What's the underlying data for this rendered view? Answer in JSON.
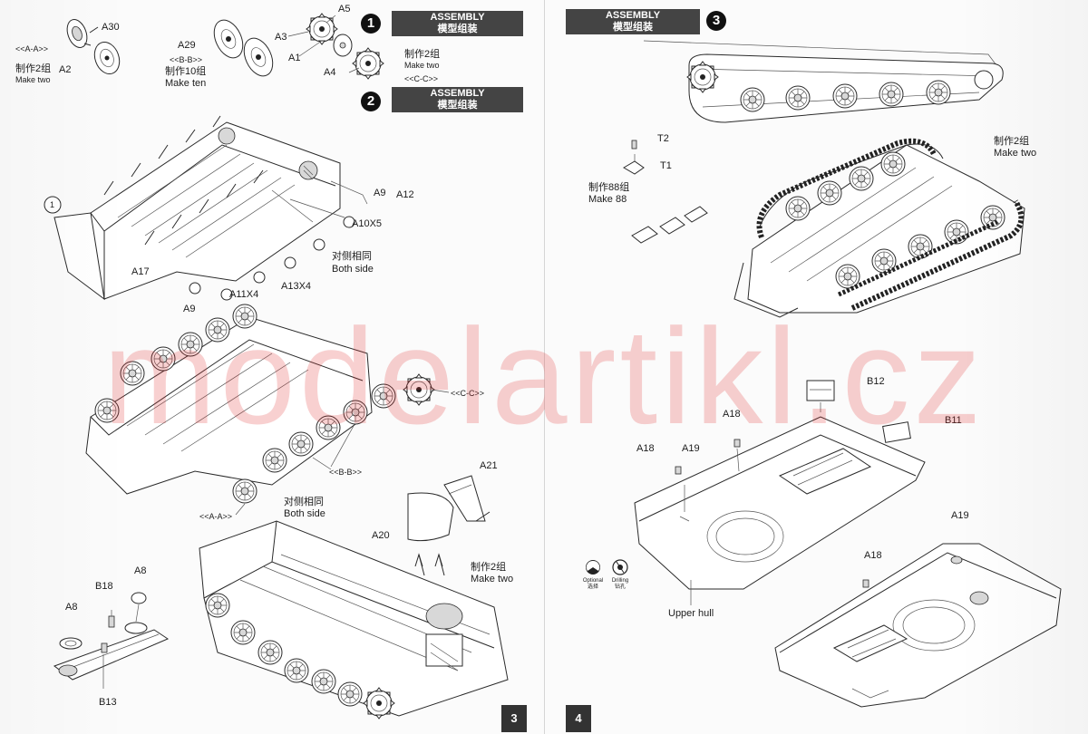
{
  "colors": {
    "header_bar": "#444444",
    "watermark": "#e12828",
    "page_number_box": "#333333"
  },
  "step1": {
    "number": "1",
    "header": {
      "en": "ASSEMBLY",
      "zh": "模型组装"
    },
    "groups": [
      {
        "id": "aa",
        "view_label": "<<A-A>>",
        "parts": [
          "A30",
          "A2"
        ],
        "make_zh": "制作2组",
        "make_en": "Make two"
      },
      {
        "id": "bb",
        "view_label": "<<B-B>>",
        "parts": [
          "A29"
        ],
        "make_zh": "制作10组",
        "make_en": "Make ten"
      },
      {
        "id": "cc",
        "view_label": "<<C-C>>",
        "parts": [
          "A5",
          "A3",
          "A1",
          "A4"
        ],
        "make_zh": "制作2组",
        "make_en": "Make two"
      }
    ]
  },
  "step2": {
    "number": "2",
    "header": {
      "en": "ASSEMBLY",
      "zh": "模型组装"
    },
    "ref_circle": "1",
    "labels": {
      "a9_top": "A9",
      "a12": "A12",
      "a10": "A10X5",
      "both_side_zh": "对侧相同",
      "both_side_en": "Both side",
      "a17": "A17",
      "a11": "A11X4",
      "a13": "A13X4",
      "a9_bottom": "A9",
      "cc": "<<C-C>>",
      "bb": "<<B-B>>",
      "aa": "<<A-A>>",
      "both_side2_zh": "对侧相同",
      "both_side2_en": "Both side",
      "a21": "A21",
      "a20": "A20",
      "make_two_zh": "制作2组",
      "make_two_en": "Make two",
      "a8_left": "A8",
      "a8_right": "A8",
      "b18": "B18",
      "b13": "B13"
    }
  },
  "step3": {
    "number": "3",
    "header": {
      "en": "ASSEMBLY",
      "zh": "模型组装"
    },
    "labels": {
      "t2": "T2",
      "t1": "T1",
      "make88_zh": "制作88组",
      "make88_en": "Make 88",
      "make_two_zh": "制作2组",
      "make_two_en": "Make two",
      "b12": "B12",
      "b11": "B11",
      "a18_top": "A18",
      "a18_left": "A18",
      "a19_left": "A19",
      "a19_right": "A19",
      "a18_right": "A18",
      "optional_en": "Optional",
      "optional_zh": "选择",
      "drilling_en": "Drilling",
      "drilling_zh": "钻孔",
      "upper_hull": "Upper hull"
    }
  },
  "watermark_text": "modelartikl.cz",
  "page_numbers": {
    "left": "3",
    "right": "4"
  }
}
